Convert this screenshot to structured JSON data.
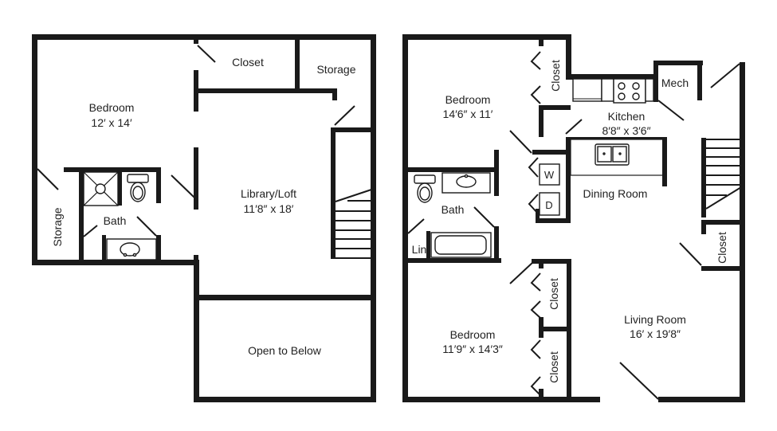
{
  "colors": {
    "wall": "#1a1a1a",
    "background": "#ffffff",
    "text": "#222222"
  },
  "upper_floor": {
    "rooms": [
      {
        "name": "Bedroom",
        "size": "12′ x 14′"
      },
      {
        "name": "Closet"
      },
      {
        "name": "Storage"
      },
      {
        "name": "Storage"
      },
      {
        "name": "Bath"
      },
      {
        "name": "Library/Loft",
        "size": "11′8″ x 18′"
      },
      {
        "name": "Open to Below"
      }
    ]
  },
  "main_floor": {
    "rooms": [
      {
        "name": "Bedroom",
        "size": "14′6″ x 11′"
      },
      {
        "name": "Closet"
      },
      {
        "name": "Kitchen",
        "size": "8′8″ x 3′6″"
      },
      {
        "name": "Mech"
      },
      {
        "name": "Dining Room"
      },
      {
        "name": "Bath"
      },
      {
        "name": "Lin"
      },
      {
        "name": "W"
      },
      {
        "name": "D"
      },
      {
        "name": "Bedroom",
        "size": "11′9″ x 14′3″"
      },
      {
        "name": "Closet"
      },
      {
        "name": "Closet"
      },
      {
        "name": "Closet"
      },
      {
        "name": "Living Room",
        "size": "16′ x 19′8″"
      }
    ]
  }
}
